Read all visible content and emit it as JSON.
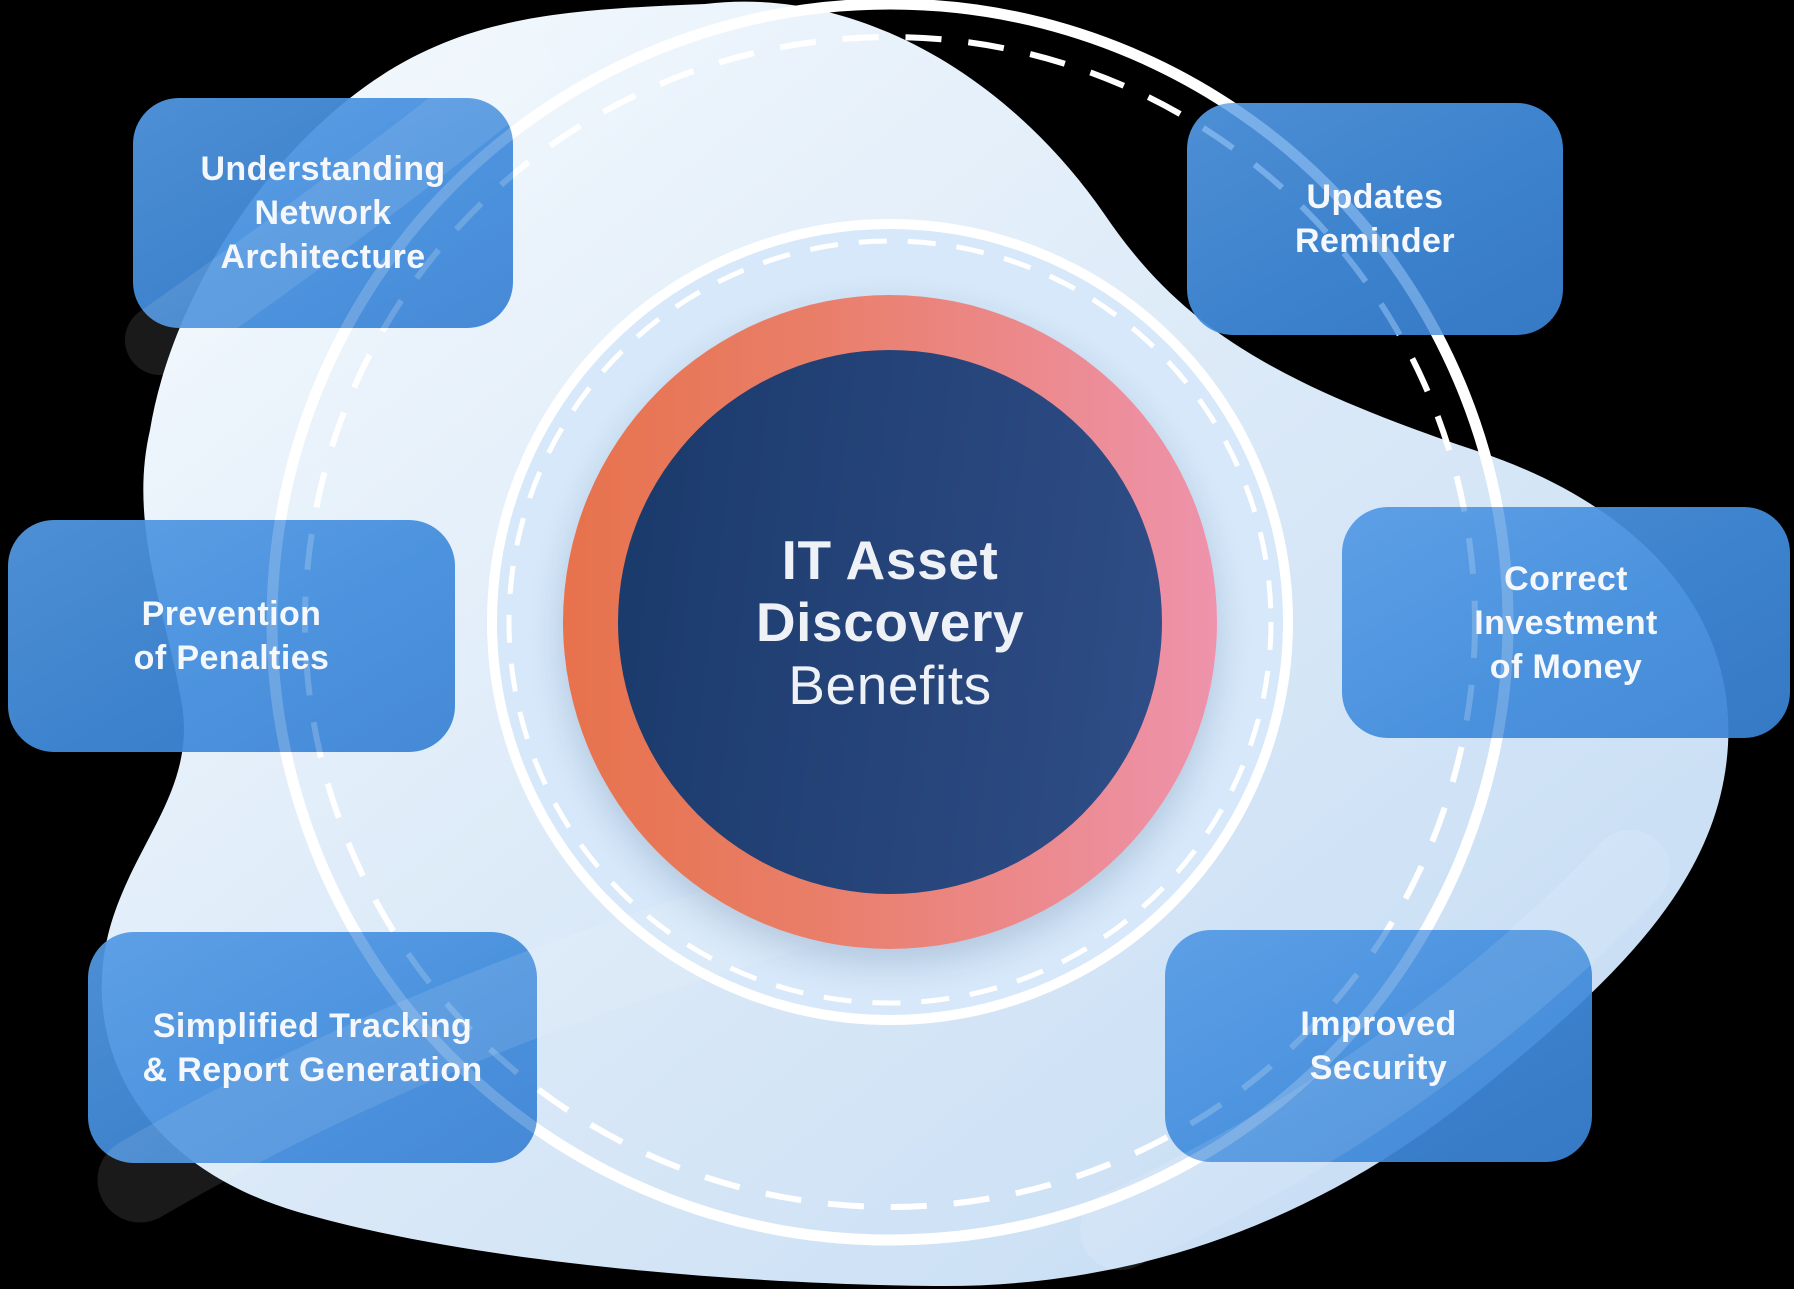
{
  "diagram": {
    "title": "IT Asset Discovery Benefits",
    "center": {
      "title": "IT Asset\nDiscovery",
      "subtitle": "Benefits"
    },
    "benefits": [
      {
        "id": "understanding-network-architecture",
        "label": "Understanding\nNetwork\nArchitecture"
      },
      {
        "id": "updates-reminder",
        "label": "Updates\nReminder"
      },
      {
        "id": "prevention-of-penalties",
        "label": "Prevention\nof Penalties"
      },
      {
        "id": "correct-investment-of-money",
        "label": "Correct\nInvestment\nof Money"
      },
      {
        "id": "simplified-tracking-report-generation",
        "label": "Simplified Tracking\n& Report Generation"
      },
      {
        "id": "improved-security",
        "label": "Improved\nSecurity"
      }
    ],
    "colors": {
      "background": "#000000",
      "blob_light": "#F6FAFE",
      "blob_mid": "#DCEAF8",
      "blob_dark": "#C3DBF3",
      "inner_disc": "#D6E8F9",
      "card_blue": "#418CDC",
      "ring_orange": "#E7724C",
      "ring_pink": "#EE93AC",
      "core_navy_dark": "#1C3B6D",
      "core_navy_light": "#2F4D86",
      "text_white": "#F4F7FB",
      "circle_stroke": "#FFFFFF"
    }
  }
}
